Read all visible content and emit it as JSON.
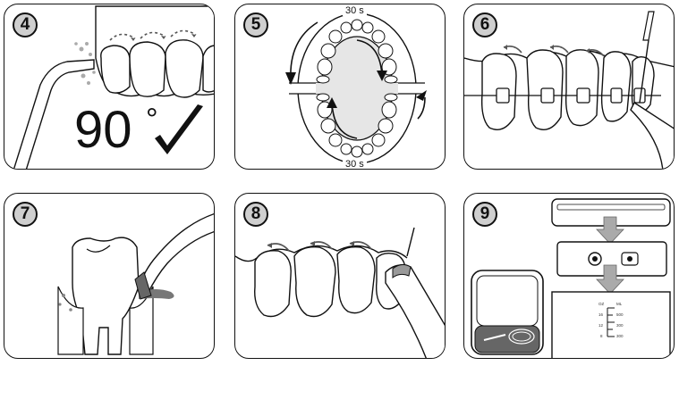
{
  "steps": [
    {
      "number": "4"
    },
    {
      "number": "5"
    },
    {
      "number": "6"
    },
    {
      "number": "7"
    },
    {
      "number": "8"
    },
    {
      "number": "9"
    }
  ],
  "step4": {
    "angle_value": "90",
    "degree_symbol": "°"
  },
  "step5": {
    "timer_top": "30 s",
    "timer_bottom": "30 s"
  },
  "step9": {
    "scale_left": [
      "OZ",
      "16",
      "12",
      "8"
    ],
    "scale_right": [
      "ML",
      "500",
      "300",
      "300"
    ]
  }
}
